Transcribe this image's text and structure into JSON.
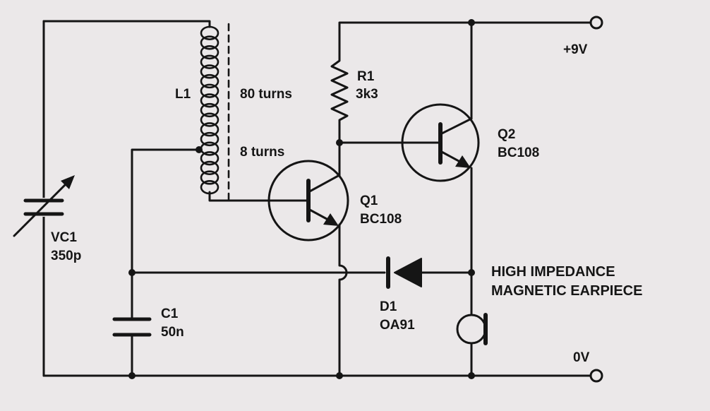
{
  "components": {
    "l1": {
      "ref": "L1",
      "turns_main": "80 turns",
      "turns_tap": "8 turns"
    },
    "r1": {
      "ref": "R1",
      "value": "3k3"
    },
    "q1": {
      "ref": "Q1",
      "type": "BC108"
    },
    "q2": {
      "ref": "Q2",
      "type": "BC108"
    },
    "vc1": {
      "ref": "VC1",
      "value": "350p"
    },
    "c1": {
      "ref": "C1",
      "value": "50n"
    },
    "d1": {
      "ref": "D1",
      "type": "OA91"
    }
  },
  "terminals": {
    "supply": "+9V",
    "ground": "0V"
  },
  "earpiece": {
    "line1": "HIGH IMPEDANCE",
    "line2": "MAGNETIC EARPIECE"
  },
  "colors": {
    "ink": "#151515",
    "paper": "#ebe8e9"
  }
}
